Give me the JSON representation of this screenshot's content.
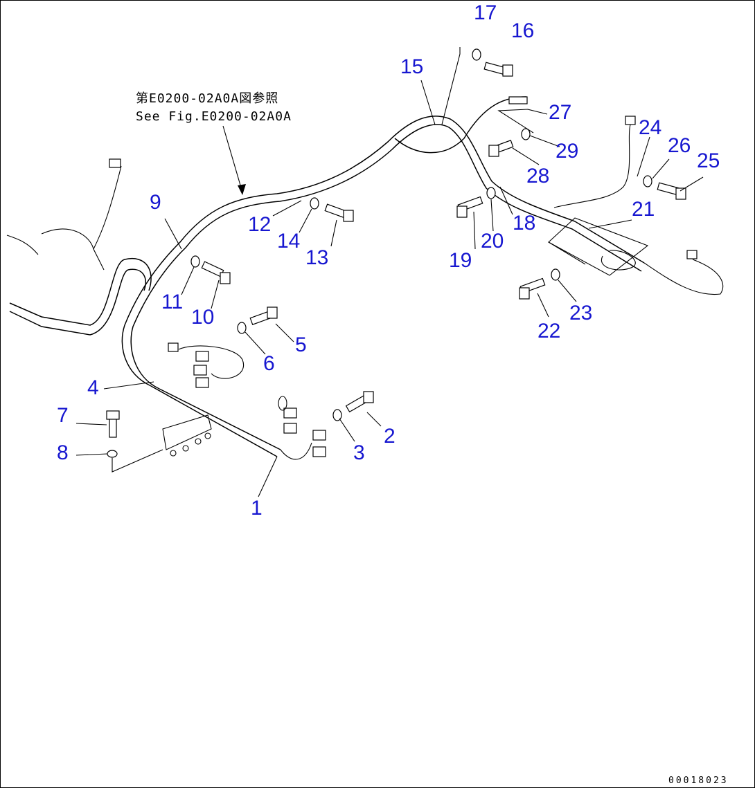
{
  "reference_note": {
    "line1": "第E0200-02A0A図参照",
    "line2": "See Fig.E0200-02A0A"
  },
  "callouts": [
    "1",
    "2",
    "3",
    "4",
    "5",
    "6",
    "7",
    "8",
    "9",
    "10",
    "11",
    "12",
    "13",
    "14",
    "15",
    "16",
    "17",
    "18",
    "19",
    "20",
    "21",
    "22",
    "23",
    "24",
    "25",
    "26",
    "27",
    "28",
    "29"
  ],
  "figure_code": "00018023",
  "colors": {
    "callout": "#1717d0",
    "line": "#000000",
    "background": "#ffffff"
  }
}
